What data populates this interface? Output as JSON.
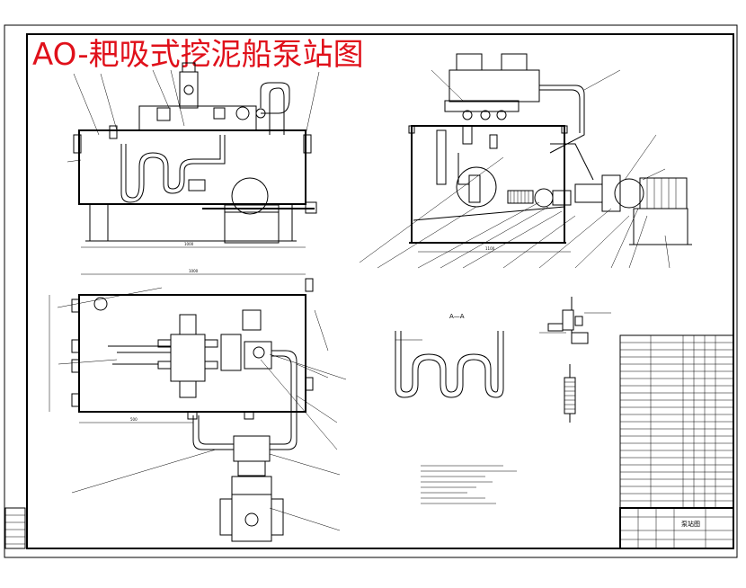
{
  "drawing": {
    "title": "AO-耙吸式挖泥船泵站图",
    "title_color": "#e0101a",
    "line_color": "#000000",
    "background": "#ffffff"
  },
  "section_label": "A—A",
  "title_block": {
    "name_cell": "泵站图"
  }
}
